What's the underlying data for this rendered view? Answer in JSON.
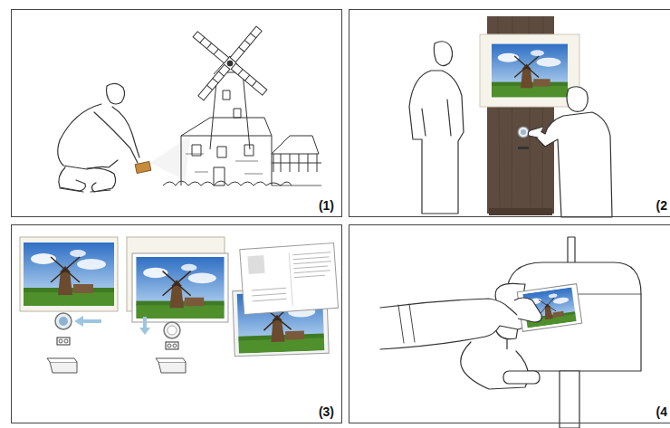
{
  "diagram": {
    "nodes": [
      {
        "text": [
          "(1)"
        ]
      },
      {
        "text": [
          "(2"
        ]
      },
      {
        "text": [
          "(3)"
        ]
      },
      {
        "text": [
          "(4"
        ]
      }
    ]
  }
}
